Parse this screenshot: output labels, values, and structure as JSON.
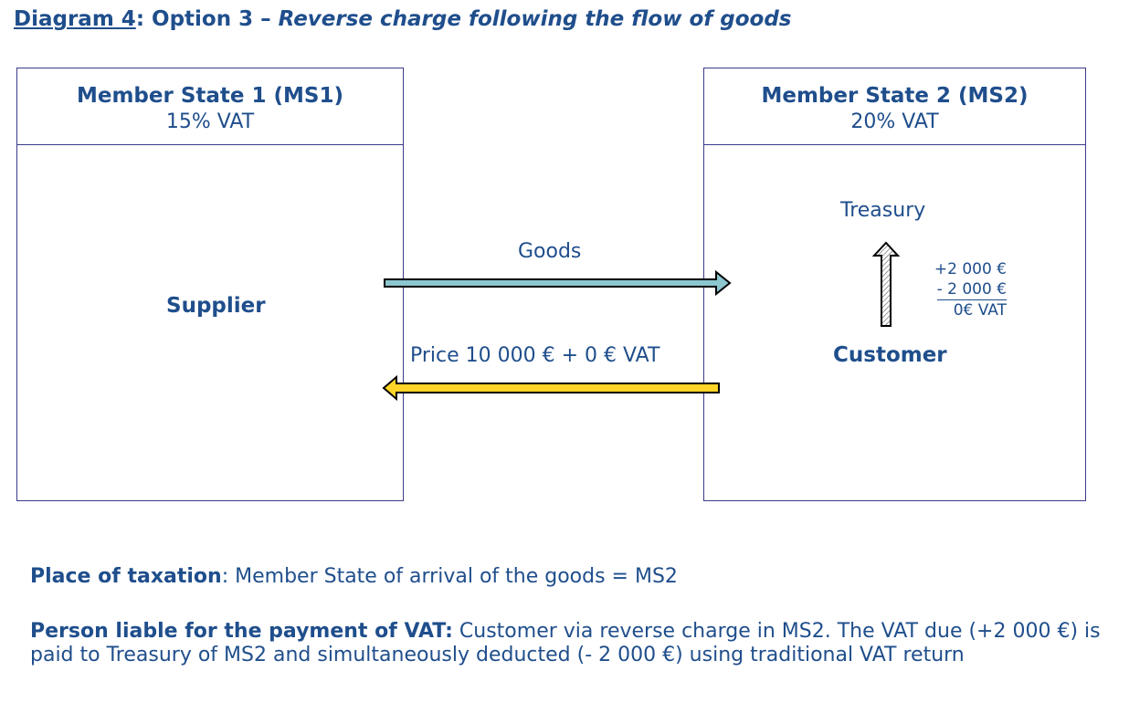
{
  "title": {
    "prefix": "Diagram 4",
    "colon": ": Option 3 – ",
    "italic": "Reverse charge following the flow of goods"
  },
  "ms1": {
    "name": "Member State 1 (MS1)",
    "vat": "15% VAT",
    "party": "Supplier"
  },
  "ms2": {
    "name": "Member State 2 (MS2)",
    "vat": "20% VAT",
    "treasury": "Treasury",
    "party": "Customer",
    "calc": [
      "+2 000 €",
      "- 2 000 €",
      "0€  VAT"
    ]
  },
  "arrows": {
    "goods": "Goods",
    "price": "Price 10 000 € + 0 € VAT"
  },
  "colors": {
    "text": "#1f4e8c",
    "goods_arrow": "#8cc6cf",
    "price_arrow": "#ffd428",
    "border": "#3a3a8c"
  },
  "footer": {
    "place_label": "Place of taxation",
    "place_text": ": Member State of arrival of the goods = MS2",
    "liable_label": "Person liable for the payment of VAT:",
    "liable_text": " Customer via reverse charge in MS2. The VAT due (+2 000 €) is paid to Treasury of MS2 and simultaneously deducted (- 2 000 €) using traditional VAT return"
  }
}
